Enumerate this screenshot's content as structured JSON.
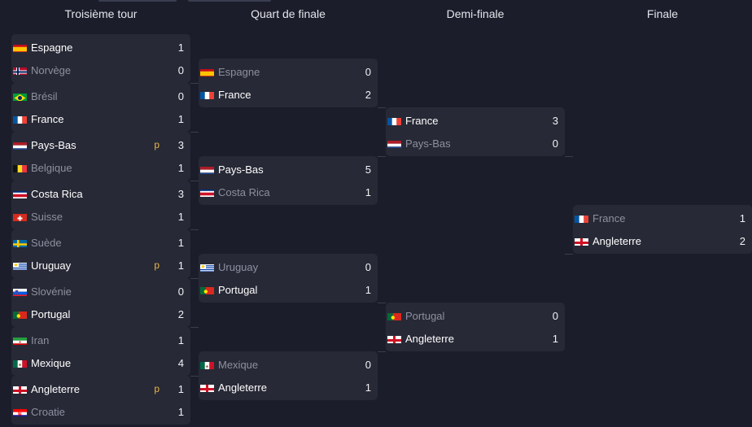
{
  "rounds": [
    {
      "title": "Troisième tour"
    },
    {
      "title": "Quart de finale"
    },
    {
      "title": "Demi-finale"
    },
    {
      "title": "Finale"
    }
  ],
  "matches": {
    "r16_1": [
      {
        "team": "Espagne",
        "flag": "esp",
        "score": "1",
        "pen": "",
        "winner": true
      },
      {
        "team": "Norvège",
        "flag": "nor",
        "score": "0",
        "pen": "",
        "winner": false
      }
    ],
    "r16_2": [
      {
        "team": "Brésil",
        "flag": "bra",
        "score": "0",
        "pen": "",
        "winner": false
      },
      {
        "team": "France",
        "flag": "fra",
        "score": "1",
        "pen": "",
        "winner": true
      }
    ],
    "r16_3": [
      {
        "team": "Pays-Bas",
        "flag": "ned",
        "score": "3",
        "pen": "p",
        "winner": true
      },
      {
        "team": "Belgique",
        "flag": "bel",
        "score": "1",
        "pen": "",
        "winner": false
      }
    ],
    "r16_4": [
      {
        "team": "Costa Rica",
        "flag": "crc",
        "score": "3",
        "pen": "",
        "winner": true
      },
      {
        "team": "Suisse",
        "flag": "sui",
        "score": "1",
        "pen": "",
        "winner": false
      }
    ],
    "r16_5": [
      {
        "team": "Suède",
        "flag": "swe",
        "score": "1",
        "pen": "",
        "winner": false
      },
      {
        "team": "Uruguay",
        "flag": "uru",
        "score": "1",
        "pen": "p",
        "winner": true
      }
    ],
    "r16_6": [
      {
        "team": "Slovénie",
        "flag": "svn",
        "score": "0",
        "pen": "",
        "winner": false
      },
      {
        "team": "Portugal",
        "flag": "por",
        "score": "2",
        "pen": "",
        "winner": true
      }
    ],
    "r16_7": [
      {
        "team": "Iran",
        "flag": "irn",
        "score": "1",
        "pen": "",
        "winner": false
      },
      {
        "team": "Mexique",
        "flag": "mex",
        "score": "4",
        "pen": "",
        "winner": true
      }
    ],
    "r16_8": [
      {
        "team": "Angleterre",
        "flag": "eng",
        "score": "1",
        "pen": "p",
        "winner": true
      },
      {
        "team": "Croatie",
        "flag": "cro",
        "score": "1",
        "pen": "",
        "winner": false
      }
    ],
    "qf_1": [
      {
        "team": "Espagne",
        "flag": "esp",
        "score": "0",
        "pen": "",
        "winner": false
      },
      {
        "team": "France",
        "flag": "fra",
        "score": "2",
        "pen": "",
        "winner": true
      }
    ],
    "qf_2": [
      {
        "team": "Pays-Bas",
        "flag": "ned",
        "score": "5",
        "pen": "",
        "winner": true
      },
      {
        "team": "Costa Rica",
        "flag": "crc",
        "score": "1",
        "pen": "",
        "winner": false
      }
    ],
    "qf_3": [
      {
        "team": "Uruguay",
        "flag": "uru",
        "score": "0",
        "pen": "",
        "winner": false
      },
      {
        "team": "Portugal",
        "flag": "por",
        "score": "1",
        "pen": "",
        "winner": true
      }
    ],
    "qf_4": [
      {
        "team": "Mexique",
        "flag": "mex",
        "score": "0",
        "pen": "",
        "winner": false
      },
      {
        "team": "Angleterre",
        "flag": "eng",
        "score": "1",
        "pen": "",
        "winner": true
      }
    ],
    "sf_1": [
      {
        "team": "France",
        "flag": "fra",
        "score": "3",
        "pen": "",
        "winner": true
      },
      {
        "team": "Pays-Bas",
        "flag": "ned",
        "score": "0",
        "pen": "",
        "winner": false
      }
    ],
    "sf_2": [
      {
        "team": "Portugal",
        "flag": "por",
        "score": "0",
        "pen": "",
        "winner": false
      },
      {
        "team": "Angleterre",
        "flag": "eng",
        "score": "1",
        "pen": "",
        "winner": true
      }
    ],
    "final": [
      {
        "team": "France",
        "flag": "fra",
        "score": "1",
        "pen": "",
        "winner": false
      },
      {
        "team": "Angleterre",
        "flag": "eng",
        "score": "2",
        "pen": "",
        "winner": true
      }
    ]
  },
  "colors": {
    "background": "#1b1d2b",
    "card": "#272936",
    "winner_text": "#ffffff",
    "loser_text": "#8d909f",
    "penalty_marker": "#e6b64a"
  }
}
